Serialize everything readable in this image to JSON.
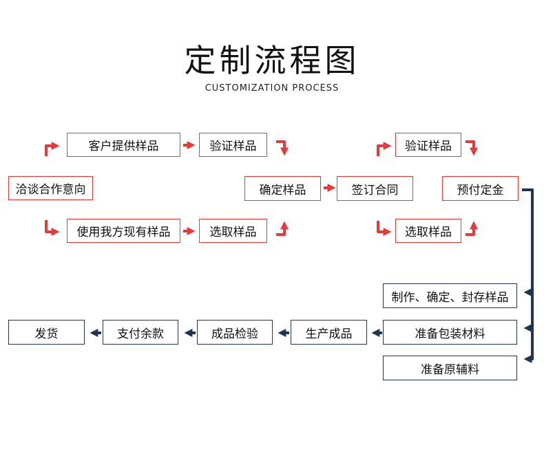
{
  "header": {
    "title": "定制流程图",
    "subtitle": "CUSTOMIZATION PROCESS"
  },
  "steps": {
    "negotiate": "洽谈合作意向",
    "customer_sample": "客户提供样品",
    "verify_sample_1": "验证样品",
    "existing_sample": "使用我方现有样品",
    "select_sample_1": "选取样品",
    "confirm_sample": "确定样品",
    "sign_contract": "签订合同",
    "verify_sample_2": "验证样品",
    "select_sample_2": "选取样品",
    "deposit": "预付定金",
    "make_confirm_seal": "制作、确定、封存样品",
    "prepare_packaging": "准备包装材料",
    "prepare_raw": "准备原辅料",
    "produce": "生产成品",
    "inspect": "成品检验",
    "pay_balance": "支付余款",
    "ship": "发货"
  },
  "colors": {
    "accent_red": "#e53a3a",
    "accent_navy": "#1f3552",
    "text": "#111111"
  }
}
